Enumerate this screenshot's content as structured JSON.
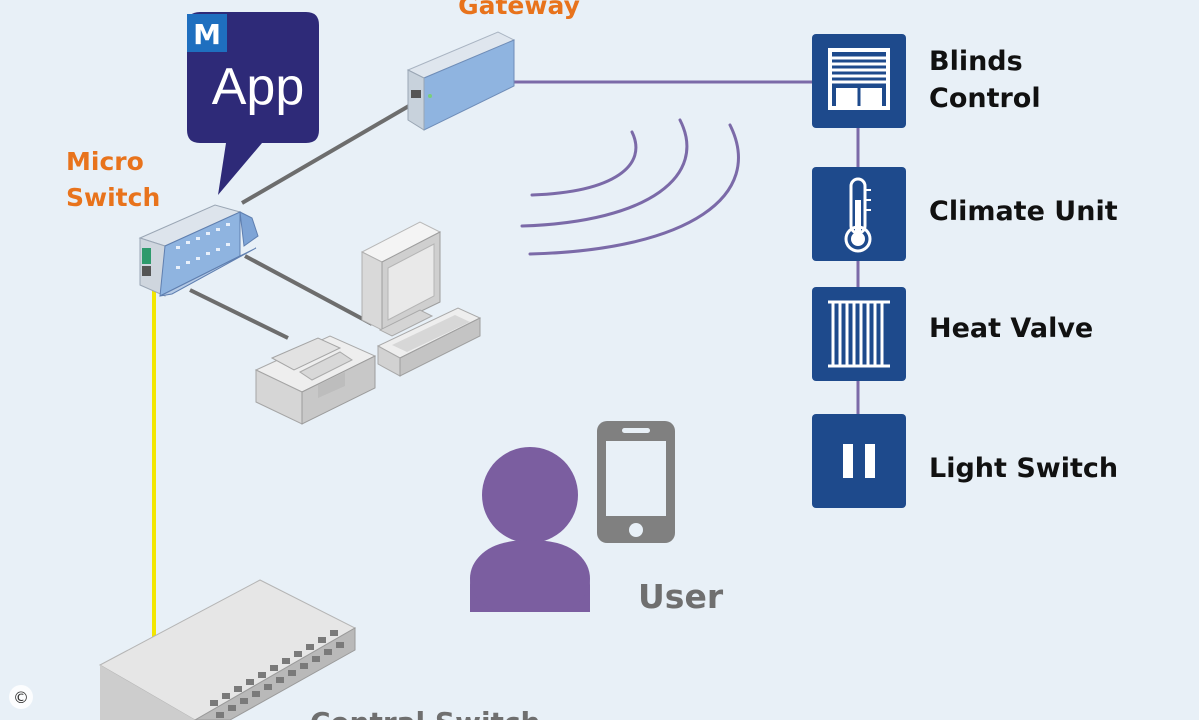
{
  "labels": {
    "gateway": "Gateway",
    "micro_switch_line1": "Micro",
    "micro_switch_line2": "Switch",
    "app_badge_letter": "M",
    "app_text": "App",
    "central_switch": "Central Switch",
    "user": "User",
    "copyright": "©"
  },
  "devices": [
    {
      "id": "blinds",
      "icon": "blinds-icon",
      "line1": "Blinds",
      "line2": "Control"
    },
    {
      "id": "climate",
      "icon": "thermometer-icon",
      "line1": "Climate Unit"
    },
    {
      "id": "heat",
      "icon": "radiator-icon",
      "line1": "Heat Valve"
    },
    {
      "id": "light",
      "icon": "light-switch-icon",
      "line1": "Light Switch"
    }
  ],
  "colors": {
    "background": "#e8f0f7",
    "orange": "#e8731c",
    "navy": "#1e4a8c",
    "app_purple": "#2e2a78",
    "user_purple": "#7b5ea0",
    "wire_purple": "#7b6aa8",
    "cable_yellow": "#f2e600",
    "gray_text": "#6f6f6f"
  }
}
